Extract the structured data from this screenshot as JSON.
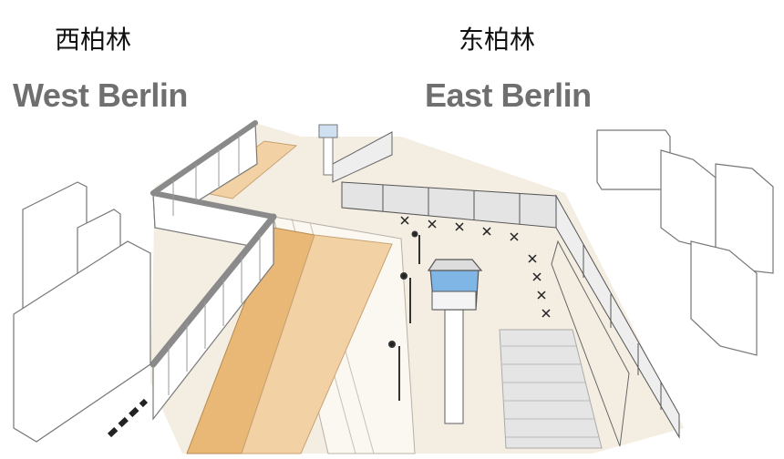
{
  "labels": {
    "west_cn": "西柏林",
    "east_cn": "东柏林",
    "west_en": "West Berlin",
    "east_en": "East Berlin"
  },
  "colors": {
    "ground": "#f4ede2",
    "sand": "#e9b877",
    "sand_light": "#f2d2a4",
    "outline": "#7a7a7a",
    "wall_top": "#8a8a8a",
    "tower_glass": "#7fb6e6",
    "label": "#6f6f6f"
  }
}
